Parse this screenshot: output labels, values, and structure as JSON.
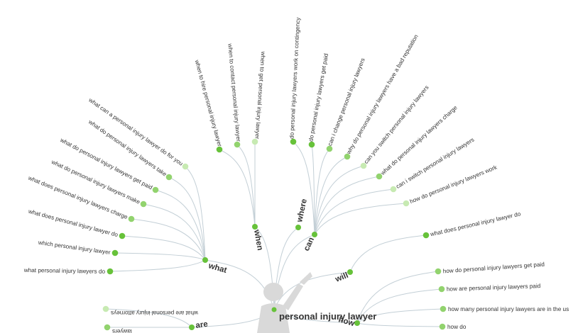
{
  "root": {
    "label": "personal injury lawyer"
  },
  "colors": {
    "strong": "#67c23a",
    "medium": "#92d36e",
    "light": "#c7eab2",
    "link": "#c3cfd6",
    "text": "#333333",
    "silhouette": "#d9d9d9"
  },
  "branches": [
    {
      "label": "what",
      "leaves": [
        {
          "text": "what can a personal injury lawyer do for you",
          "level": "light"
        },
        {
          "text": "what do personal injury lawyers take",
          "level": "medium"
        },
        {
          "text": "what do personal injury lawyers get paid",
          "level": "medium"
        },
        {
          "text": "what do personal injury lawyers make",
          "level": "medium"
        },
        {
          "text": "what does personal injury lawyers charge",
          "level": "medium"
        },
        {
          "text": "what does personal injury lawyer do",
          "level": "strong"
        },
        {
          "text": "which personal injury lawyer",
          "level": "strong"
        },
        {
          "text": "what personal injury lawyers do",
          "level": "strong"
        }
      ]
    },
    {
      "label": "when",
      "leaves": [
        {
          "text": "when to hire personal injury lawyer",
          "level": "strong"
        },
        {
          "text": "when to contact personal injury lawyer",
          "level": "medium"
        },
        {
          "text": "when to get personal injury lawyer",
          "level": "light"
        }
      ]
    },
    {
      "label": "where",
      "leaves": []
    },
    {
      "label": "can",
      "leaves": [
        {
          "text": "do personal injury lawyers work on contingency",
          "level": "strong"
        },
        {
          "text": "do personal injury lawyers get paid",
          "level": "strong"
        },
        {
          "text": "can i change personal injury lawyers",
          "level": "medium"
        },
        {
          "text": "why do personal injury lawyers have a bad reputation",
          "level": "medium"
        },
        {
          "text": "can you switch personal injury lawyers",
          "level": "light"
        },
        {
          "text": "what do personal injury lawyers charge",
          "level": "medium"
        },
        {
          "text": "can i switch personal injury lawyers",
          "level": "light"
        },
        {
          "text": "how do personal injury lawyers work",
          "level": "light"
        }
      ]
    },
    {
      "label": "will",
      "leaves": [
        {
          "text": "what does personal injury lawyer do",
          "level": "strong"
        }
      ]
    },
    {
      "label": "how",
      "leaves": [
        {
          "text": "how do personal injury lawyers get paid",
          "level": "medium"
        },
        {
          "text": "how are personal injury lawyers paid",
          "level": "medium"
        },
        {
          "text": "how many personal injury lawyers are in the us",
          "level": "medium"
        },
        {
          "text": "how do",
          "level": "medium"
        }
      ]
    },
    {
      "label": "are",
      "leaves": [
        {
          "text": "what are personal injury attorneys",
          "level": "light"
        },
        {
          "text": "lawyers",
          "level": "medium"
        }
      ]
    }
  ]
}
